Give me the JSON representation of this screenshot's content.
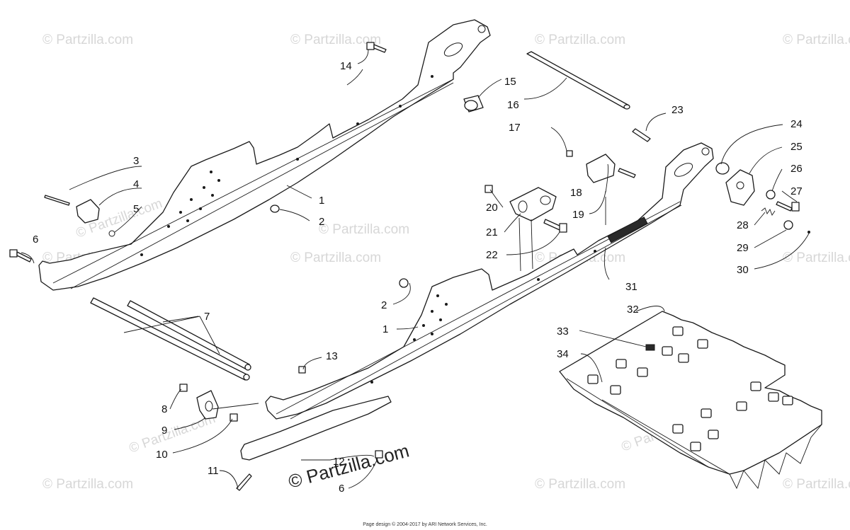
{
  "watermark": {
    "text": "© Partzilla.com"
  },
  "callouts": [
    "1",
    "1",
    "2",
    "2",
    "3",
    "4",
    "5",
    "6",
    "6",
    "7",
    "8",
    "9",
    "10",
    "11",
    "12",
    "13",
    "14",
    "15",
    "16",
    "17",
    "18",
    "19",
    "20",
    "21",
    "22",
    "23",
    "24",
    "25",
    "26",
    "27",
    "28",
    "29",
    "30",
    "31",
    "32",
    "33",
    "34"
  ],
  "footer": {
    "text": "Page design © 2004-2017 by ARI Network Services, Inc."
  }
}
